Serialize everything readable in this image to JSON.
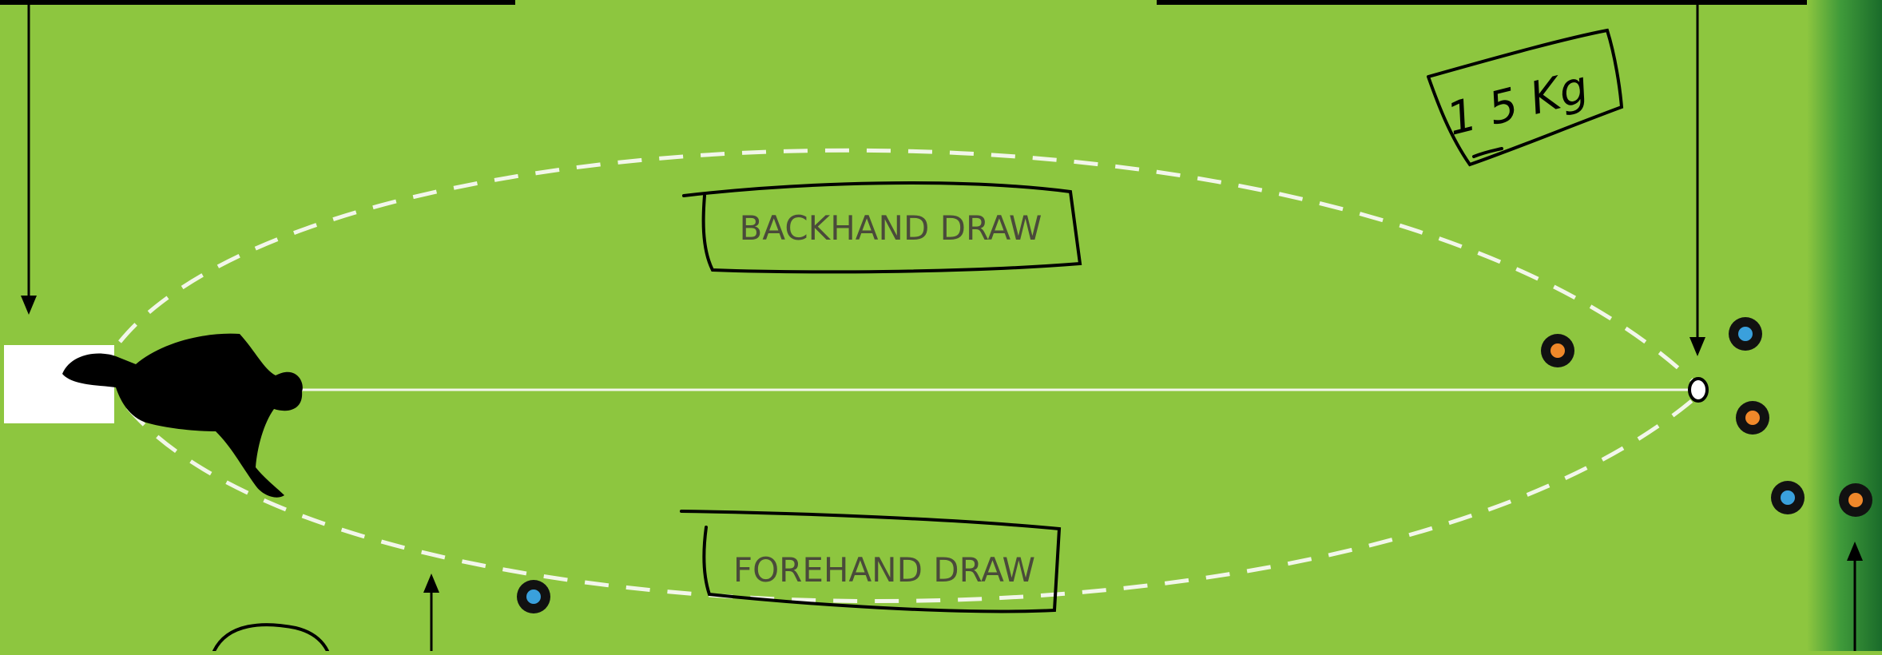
{
  "labels": {
    "backhand": "BACKHAND DRAW",
    "forehand": "FOREHAND DRAW",
    "weight": "1 5 Kg"
  },
  "colors": {
    "green": "#8dc63f",
    "ditch_dark": "#1a6b2a",
    "line": "#000000",
    "path": "#f2f6ea",
    "bowl_orange": "#f0882a",
    "bowl_blue": "#3aa0dc",
    "bowl_rim": "#111111",
    "mat": "#ffffff"
  }
}
